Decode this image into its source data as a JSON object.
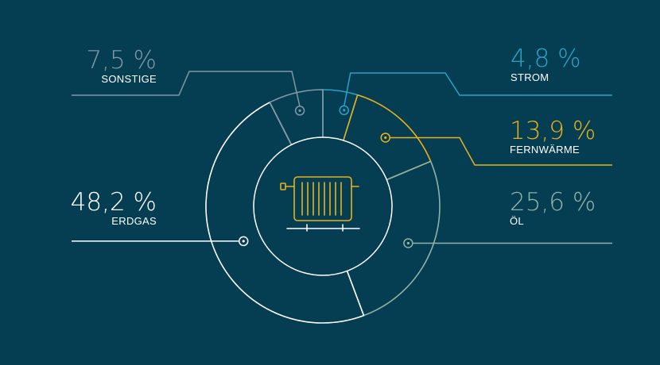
{
  "chart_data": {
    "type": "pie",
    "style": "donut",
    "unit": "%",
    "legend": "callouts",
    "center_icon": "radiator-icon",
    "background_color": "#053d52",
    "slices": [
      {
        "key": "strom",
        "label": "STROM",
        "value": 4.8,
        "display": "4,8 %",
        "color": "#2aa3c2"
      },
      {
        "key": "fernwaerme",
        "label": "FERNWÄRME",
        "value": 13.9,
        "display": "13,9 %",
        "color": "#e8b21a"
      },
      {
        "key": "oel",
        "label": "ÖL",
        "value": 25.6,
        "display": "25,6 %",
        "color": "#8fb3a6"
      },
      {
        "key": "erdgas",
        "label": "ERDGAS",
        "value": 48.2,
        "display": "48,2 %",
        "color": "#ffffff"
      },
      {
        "key": "sonstige",
        "label": "SONSTIGE",
        "value": 7.5,
        "display": "7,5 %",
        "color": "#7f98a4"
      }
    ]
  }
}
